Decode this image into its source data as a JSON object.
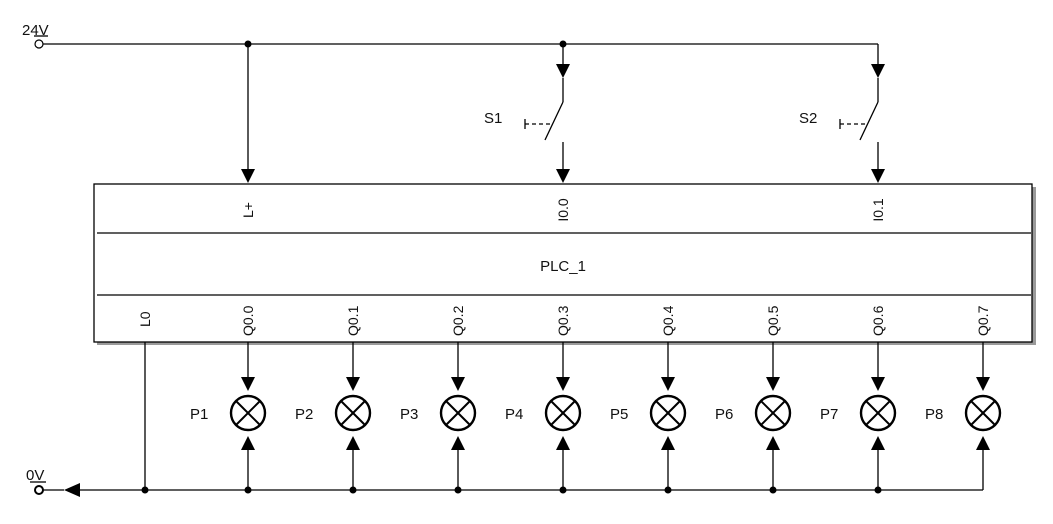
{
  "supply": {
    "positive_label": "24V",
    "negative_label": "0V"
  },
  "plc": {
    "name": "PLC_1",
    "top_pins": [
      "L+",
      "I0.0",
      "I0.1"
    ],
    "bottom_pins": [
      "L0",
      "Q0.0",
      "Q0.1",
      "Q0.2",
      "Q0.3",
      "Q0.4",
      "Q0.5",
      "Q0.6",
      "Q0.7"
    ]
  },
  "switches": [
    {
      "label": "S1",
      "input": "I0.0"
    },
    {
      "label": "S2",
      "input": "I0.1"
    }
  ],
  "lamps": [
    {
      "label": "P1",
      "output": "Q0.0"
    },
    {
      "label": "P2",
      "output": "Q0.1"
    },
    {
      "label": "P3",
      "output": "Q0.2"
    },
    {
      "label": "P4",
      "output": "Q0.3"
    },
    {
      "label": "P5",
      "output": "Q0.4"
    },
    {
      "label": "P6",
      "output": "Q0.5"
    },
    {
      "label": "P7",
      "output": "Q0.6"
    },
    {
      "label": "P8",
      "output": "Q0.7"
    }
  ]
}
